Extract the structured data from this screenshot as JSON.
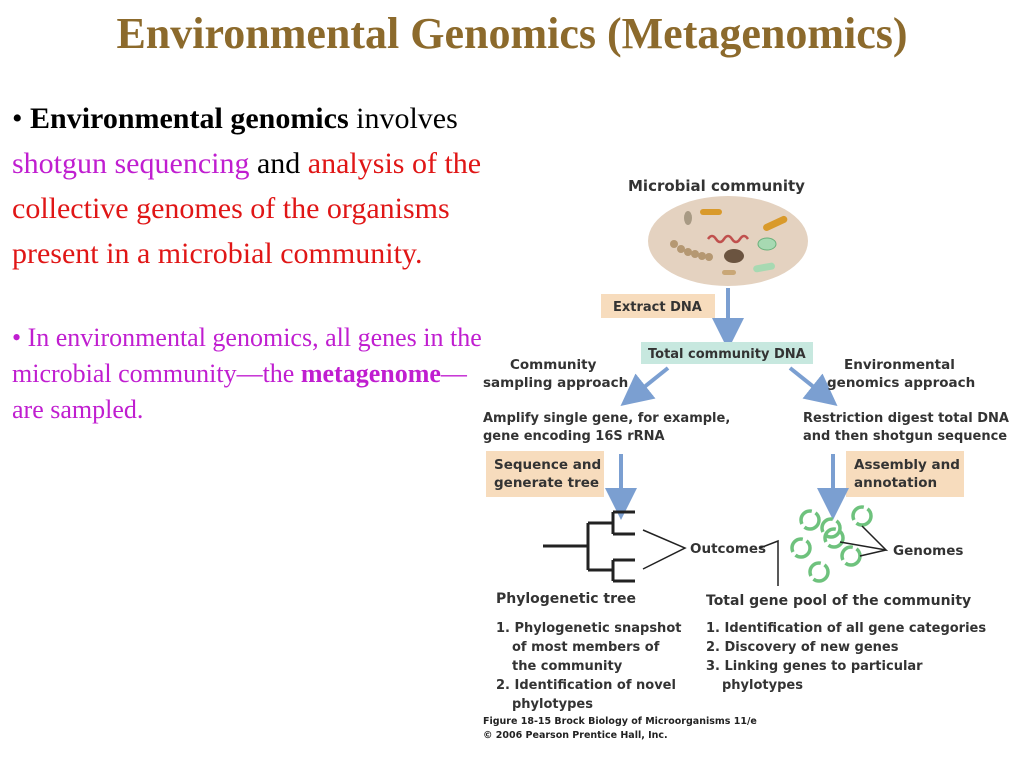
{
  "slide": {
    "title": "Environmental Genomics (Metagenomics)"
  },
  "bullet1": {
    "marker": "• ",
    "term": "Environmental genomics",
    "t1": " involves ",
    "t2": "shotgun sequencing",
    "t3": " and ",
    "t4": "analysis of the collective genomes of the organisms present in a microbial community."
  },
  "bullet2": {
    "t1": "• In environmental genomics, all genes in the microbial community—the ",
    "term": "metagenome",
    "t2": "—are sampled."
  },
  "figure": {
    "microbial_community": "Microbial community",
    "extract_dna": "Extract DNA",
    "total_community_dna": "Total community DNA",
    "community_sampling_1": "Community",
    "community_sampling_2": "sampling approach",
    "env_genomics_1": "Environmental",
    "env_genomics_2": "genomics approach",
    "amplify_1": "Amplify single gene, for example,",
    "amplify_2": "gene encoding 16S rRNA",
    "restriction_1": "Restriction digest total DNA",
    "restriction_2": "and then shotgun sequence",
    "seq_tree_1": "Sequence and",
    "seq_tree_2": "generate tree",
    "assembly_1": "Assembly and",
    "assembly_2": "annotation",
    "outcomes": "Outcomes",
    "genomes": "Genomes",
    "phylo_tree": "Phylogenetic tree",
    "gene_pool": "Total gene pool of the community",
    "left_list": [
      "1. Phylogenetic snapshot",
      "of most members of",
      "the community",
      "2. Identification of novel",
      "phylotypes"
    ],
    "right_list": [
      "1. Identification of all gene categories",
      "2. Discovery of new genes",
      "3. Linking genes to particular",
      "phylotypes"
    ],
    "caption_1": "Figure 18-15  Brock Biology of Microorganisms 11/e",
    "caption_2": "© 2006 Pearson Prentice Hall, Inc."
  },
  "colors": {
    "title": "#8c6a2c",
    "magenta": "#c01ed0",
    "red": "#e01616",
    "arrow_blue": "#7b9fd1",
    "peach_box": "#f7dcbd",
    "teal_box": "#c7e8df",
    "genome_green": "#6ec27d"
  }
}
